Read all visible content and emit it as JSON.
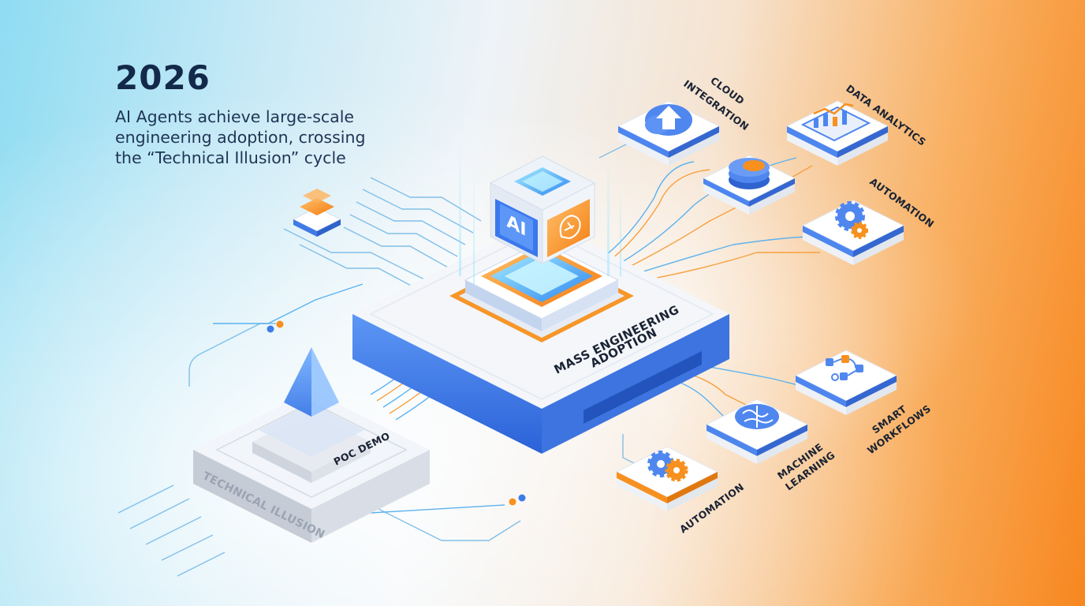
{
  "header": {
    "year": "2026",
    "subtitle_lines": [
      "AI Agents achieve large-scale",
      "engineering adoption, crossing",
      "the “Technical Illusion” cycle"
    ]
  },
  "hub": {
    "label_line1": "MASS ENGINEERING",
    "label_line2": "ADOPTION",
    "cube_face_left": "AI",
    "cube_face_right_icon": "brain-circuit-icon"
  },
  "poc": {
    "platform_label": "TECHNICAL ILLUSION",
    "inner_label": "POC DEMO",
    "icon": "pyramid-icon"
  },
  "modules": [
    {
      "label_lines": [
        "CLOUD",
        "INTEGRATION"
      ],
      "icon": "cloud-upload-icon"
    },
    {
      "label_lines": [
        "DATA ANALYTICS"
      ],
      "icon": "bar-chart-icon"
    },
    {
      "label_lines": [],
      "icon": "database-icon"
    },
    {
      "label_lines": [
        "AUTOMATION"
      ],
      "icon": "gear-icon"
    },
    {
      "label_lines": [
        "SMART",
        "WORKFLOWS"
      ],
      "icon": "workflow-icon"
    },
    {
      "label_lines": [
        "MACHINE",
        "LEARNING"
      ],
      "icon": "brain-icon"
    },
    {
      "label_lines": [
        "AUTOMATION"
      ],
      "icon": "gear-icon"
    }
  ],
  "colors": {
    "blue": "#3f7be6",
    "orange": "#f7901e",
    "navy": "#13294a"
  }
}
